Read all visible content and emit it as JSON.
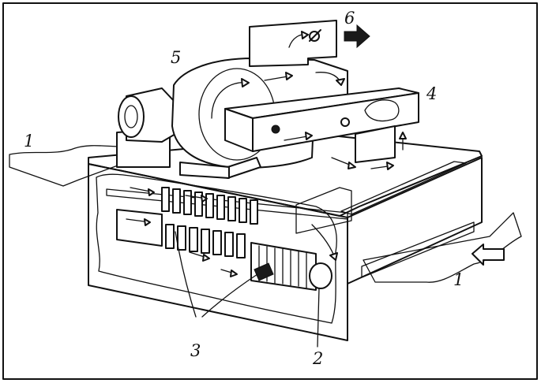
{
  "labels": {
    "l1_left": "1",
    "l1_right": "1",
    "l2": "2",
    "l3": "3",
    "l4": "4",
    "l5": "5",
    "l6": "6"
  },
  "icons": {
    "exhaust_arrow": "arrow-right-icon",
    "intake_arrow": "arrow-left-icon",
    "fan": "fan-icon"
  },
  "colors": {
    "ink": "#111111",
    "paper": "#ffffff"
  }
}
